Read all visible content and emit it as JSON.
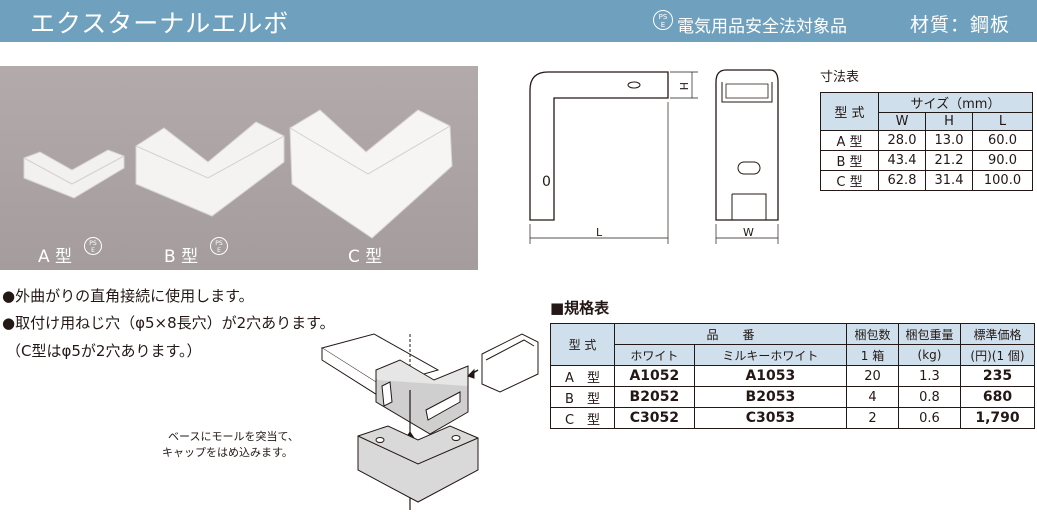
{
  "header": {
    "title": "エクスターナルエルボ",
    "pse_mark_top": "PS",
    "pse_mark_bottom": "E",
    "safety_label": "電気用品安全法対象品",
    "material_label": "材質：鋼板"
  },
  "photo": {
    "labels": [
      "A 型",
      "B 型",
      "C 型"
    ],
    "pse_top": "PS",
    "pse_bottom": "E"
  },
  "drawing": {
    "h_label": "H",
    "o_label": "0",
    "l_label": "L",
    "w_label": "W"
  },
  "features": [
    "●外曲がりの直角接続に使用します。",
    "●取付け用ねじ穴（φ5×8長穴）が2穴あります。",
    "（C型はφ5が2穴あります。）"
  ],
  "install_caption": [
    "ベースにモールを突当て、",
    "キャップをはめ込みます。"
  ],
  "dimensions": {
    "caption": "寸法表",
    "header_model": "型 式",
    "header_size": "サイズ（mm）",
    "columns": [
      "W",
      "H",
      "L"
    ],
    "rows": [
      {
        "model": "A 型",
        "W": "28.0",
        "H": "13.0",
        "L": "60.0"
      },
      {
        "model": "B 型",
        "W": "43.4",
        "H": "21.2",
        "L": "90.0"
      },
      {
        "model": "C 型",
        "W": "62.8",
        "H": "31.4",
        "L": "100.0"
      }
    ]
  },
  "spec": {
    "caption": "■規格表",
    "header_model": "型 式",
    "header_part_no": "品　　番",
    "header_white": "ホワイト",
    "header_milky": "ミルキーホワイト",
    "header_qty_1": "梱包数",
    "header_qty_2": "1 箱",
    "header_weight_1": "梱包重量",
    "header_weight_2": "(kg)",
    "header_price_1": "標準価格",
    "header_price_2": "(円)(1 個)",
    "rows": [
      {
        "model": "A　型",
        "white": "A1052",
        "milky": "A1053",
        "qty": "20",
        "weight": "1.3",
        "price": "235"
      },
      {
        "model": "B　型",
        "white": "B2052",
        "milky": "B2053",
        "qty": "4",
        "weight": "0.8",
        "price": "680"
      },
      {
        "model": "C　型",
        "white": "C3052",
        "milky": "C3053",
        "qty": "2",
        "weight": "0.6",
        "price": "1,790"
      }
    ]
  },
  "colors": {
    "header_bg": "#6fa0be",
    "table_header_bg": "#cfe0ec",
    "photo_bg": "#aaa1a2"
  }
}
